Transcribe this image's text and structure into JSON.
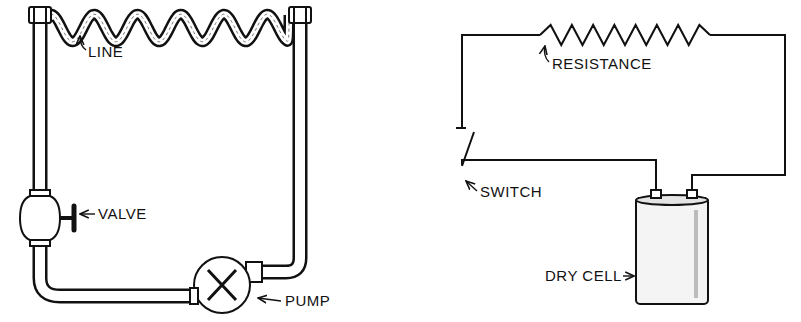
{
  "diagram": {
    "labels": [
      "LINE",
      "VALVE",
      "PUMP",
      "RESISTANCE",
      "SWITCH",
      "DRY CELL"
    ]
  }
}
